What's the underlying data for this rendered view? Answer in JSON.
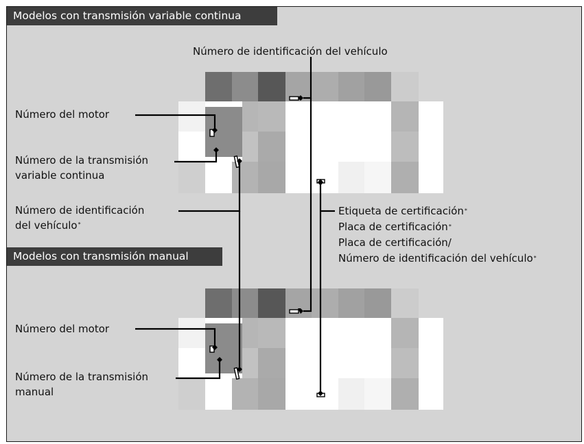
{
  "headers": {
    "cvt": "Modelos con transmisión variable continua",
    "manual": "Modelos con transmisión manual"
  },
  "labels": {
    "vin_top": "Número de identificación del vehículo",
    "engine_number_cvt": "Número del motor",
    "cvt_number_line1": "Número de la transmisión",
    "cvt_number_line2": "variable continua",
    "vin_frame_line1": "Número de identificación",
    "vin_frame_line2": "del vehículo",
    "cert_label": "Etiqueta de certificación",
    "cert_plate": "Placa de certificación",
    "cert_plate_vin_line1": "Placa de certificación/",
    "cert_plate_vin_line2": "Número de identificación del vehículo",
    "engine_number_manual": "Número del motor",
    "manual_number_line1": "Número de la transmisión",
    "manual_number_line2": "manual"
  },
  "asterisk": "*",
  "colors": {
    "background": "#d4d4d4",
    "header_bg": "#3d3d3d",
    "header_text": "#ffffff",
    "line": "#000000"
  }
}
